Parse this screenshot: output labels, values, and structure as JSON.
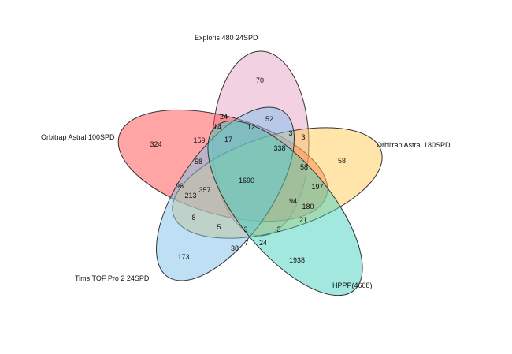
{
  "chart_data": {
    "type": "venn",
    "sets": [
      {
        "name": "Exploris 480 24SPD",
        "color": "#e6a3c6"
      },
      {
        "name": "Orbitrap Astral 100SPD",
        "color": "#ff4c4c"
      },
      {
        "name": "Orbitrap Astral 180SPD",
        "color": "#ffcc55"
      },
      {
        "name": "Tims TOF Pro 2 24SPD",
        "color": "#7ec0ea"
      },
      {
        "name": "HPPP(4608)",
        "color": "#45d2c0"
      }
    ],
    "regions": [
      {
        "count": "70"
      },
      {
        "count": "24"
      },
      {
        "count": "52"
      },
      {
        "count": "14"
      },
      {
        "count": "12"
      },
      {
        "count": "3"
      },
      {
        "count": "3"
      },
      {
        "count": "159"
      },
      {
        "count": "17"
      },
      {
        "count": "324"
      },
      {
        "count": "338"
      },
      {
        "count": "58"
      },
      {
        "count": "58"
      },
      {
        "count": "58"
      },
      {
        "count": "1690"
      },
      {
        "count": "96"
      },
      {
        "count": "357"
      },
      {
        "count": "197"
      },
      {
        "count": "213"
      },
      {
        "count": "94"
      },
      {
        "count": "180"
      },
      {
        "count": "8"
      },
      {
        "count": "21"
      },
      {
        "count": "5"
      },
      {
        "count": "3"
      },
      {
        "count": "3"
      },
      {
        "count": "7"
      },
      {
        "count": "24"
      },
      {
        "count": "38"
      },
      {
        "count": "173"
      },
      {
        "count": "1938"
      }
    ]
  }
}
